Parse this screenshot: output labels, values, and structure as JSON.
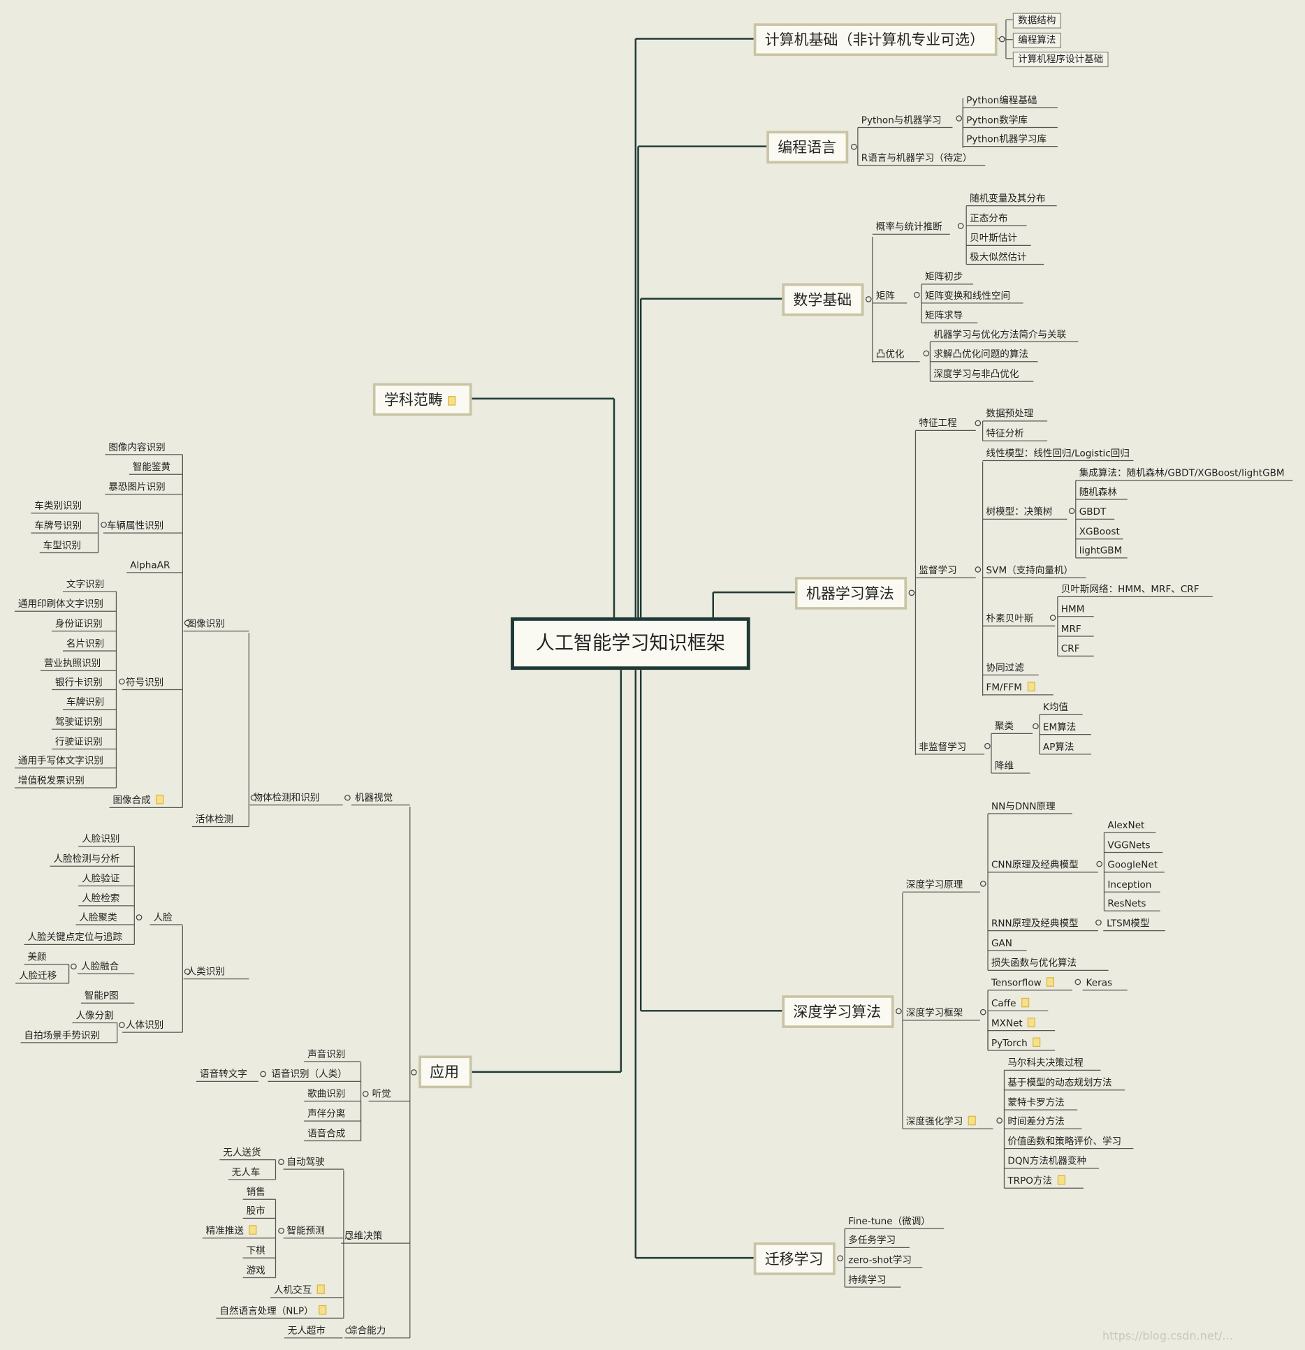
{
  "root": {
    "title": "人工智能学习知识框架"
  },
  "branches": {
    "cs": "计算机基础（非计算机专业可选）",
    "lang": "编程语言",
    "math": "数学基础",
    "ml": "机器学习算法",
    "dl": "深度学习算法",
    "tl": "迁移学习",
    "subject": "学科范畴",
    "app": "应用"
  },
  "cs": {
    "items": [
      "数据结构",
      "编程算法",
      "计算机程序设计基础"
    ]
  },
  "lang": {
    "python": "Python与机器学习",
    "python_items": [
      "Python编程基础",
      "Python数学库",
      "Python机器学习库"
    ],
    "r": "R语言与机器学习（待定）"
  },
  "math": {
    "prob": "概率与统计推断",
    "prob_items": [
      "随机变量及其分布",
      "正态分布",
      "贝叶斯估计",
      "极大似然估计"
    ],
    "matrix": "矩阵",
    "matrix_items": [
      "矩阵初步",
      "矩阵变换和线性空间",
      "矩阵求导"
    ],
    "convex": "凸优化",
    "convex_items": [
      "机器学习与优化方法简介与关联",
      "求解凸优化问题的算法",
      "深度学习与非凸优化"
    ]
  },
  "ml": {
    "feature": "特征工程",
    "feature_items": [
      "数据预处理",
      "特征分析"
    ],
    "supervised": "监督学习",
    "linear": "线性模型：线性回归/Logistic回归",
    "tree": "树模型：决策树",
    "tree_items": [
      "集成算法：随机森林/GBDT/XGBoost/lightGBM",
      "随机森林",
      "GBDT",
      "XGBoost",
      "lightGBM"
    ],
    "svm": "SVM（支持向量机）",
    "nb": "朴素贝叶斯",
    "nb_items": [
      "贝叶斯网络：HMM、MRF、CRF",
      "HMM",
      "MRF",
      "CRF"
    ],
    "cf": "协同过滤",
    "ffm": "FM/FFM",
    "unsupervised": "非监督学习",
    "cluster": "聚类",
    "cluster_items": [
      "K均值",
      "EM算法",
      "AP算法"
    ],
    "dimred": "降维"
  },
  "dl": {
    "principle": "深度学习原理",
    "nn": "NN与DNN原理",
    "cnn": "CNN原理及经典模型",
    "cnn_items": [
      "AlexNet",
      "VGGNets",
      "GoogleNet",
      "Inception",
      "ResNets"
    ],
    "rnn": "RNN原理及经典模型",
    "ltsm": "LTSM模型",
    "gan": "GAN",
    "loss": "损失函数与优化算法",
    "framework": "深度学习框架",
    "tensorflow": "Tensorflow",
    "keras": "Keras",
    "frameworks": [
      "Caffe",
      "MXNet",
      "PyTorch"
    ],
    "rl": "深度强化学习",
    "rl_items": [
      "马尔科夫决策过程",
      "基于模型的动态规划方法",
      "蒙特卡罗方法",
      "时间差分方法",
      "价值函数和策略评价、学习",
      "DQN方法机器变种",
      "TRPO方法"
    ]
  },
  "tl": {
    "items": [
      "Fine-tune（微调）",
      "多任务学习",
      "zero-shot学习",
      "持续学习"
    ]
  },
  "app": {
    "vision": "机器视觉",
    "detection": "物体检测和识别",
    "image_rec": "图像识别",
    "image_items": [
      "图像内容识别",
      "智能鉴黄",
      "暴恐图片识别"
    ],
    "vehicle": "车辆属性识别",
    "vehicle_items": [
      "车类别识别",
      "车牌号识别",
      "车型识别"
    ],
    "alphaar": "AlphaAR",
    "symbol": "符号识别",
    "symbol_items": [
      "文字识别",
      "通用印刷体文字识别",
      "身份证识别",
      "名片识别",
      "营业执照识别",
      "银行卡识别",
      "车牌识别",
      "驾驶证识别",
      "行驶证识别",
      "通用手写体文字识别",
      "增值税发票识别"
    ],
    "synthesis": "图像合成",
    "liveness": "活体检测",
    "human_rec": "人类识别",
    "face": "人脸",
    "face_items": [
      "人脸识别",
      "人脸检测与分析",
      "人脸验证",
      "人脸检索",
      "人脸聚类",
      "人脸关键点定位与追踪"
    ],
    "face_fusion": "人脸融合",
    "face_fusion_items": [
      "美颜",
      "人脸迁移"
    ],
    "smart_p": "智能P图",
    "body_rec": "人体识别",
    "body_items": [
      "人像分割",
      "自拍场景手势识别"
    ],
    "hearing": "听觉",
    "sound_rec": "声音识别",
    "speech_rec": "语音识别（人类）",
    "stt": "语音转文字",
    "hearing_items": [
      "歌曲识别",
      "声伴分离",
      "语音合成"
    ],
    "decision": "思维决策",
    "autodrive": "自动驾驶",
    "autodrive_items": [
      "无人送货",
      "无人车"
    ],
    "predict": "智能预测",
    "predict_items": [
      "销售",
      "股市",
      "精准推送",
      "下棋",
      "游戏"
    ],
    "hci": "人机交互",
    "nlp": "自然语言处理（NLP）",
    "integrated": "综合能力",
    "store": "无人超市"
  },
  "watermark": "https://blog.csdn.net/..."
}
